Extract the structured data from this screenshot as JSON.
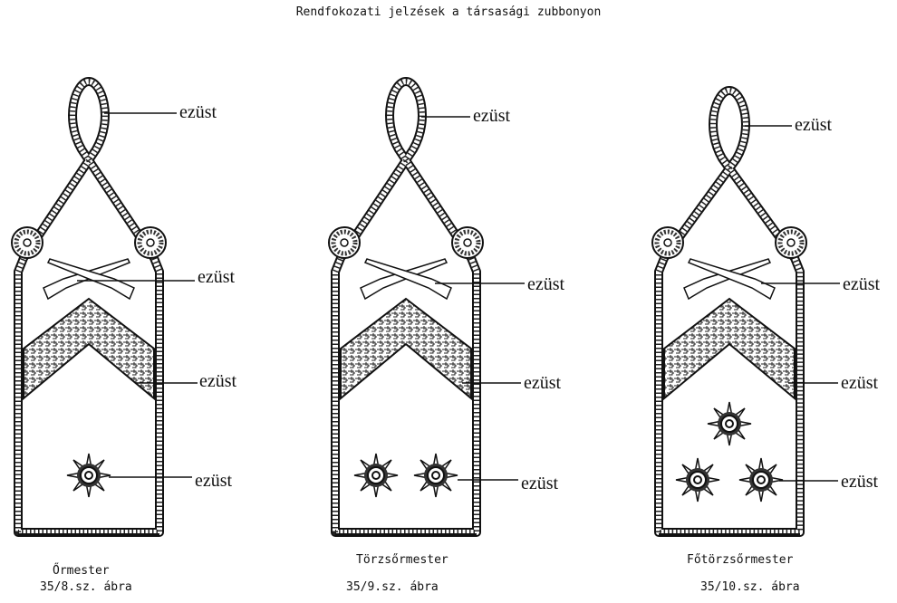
{
  "title": "Rendfokozati jelzések a társasági zubbonyon",
  "epaulettes": [
    {
      "rank": "Őrmester",
      "figure": "35/8.sz. ábra",
      "stars": 1,
      "labels": [
        "ezüst",
        "ezüst",
        "ezüst",
        "ezüst"
      ]
    },
    {
      "rank": "Törzsőrmester",
      "figure": "35/9.sz. ábra",
      "stars": 2,
      "labels": [
        "ezüst",
        "ezüst",
        "ezüst",
        "ezüst"
      ]
    },
    {
      "rank": "Főtörzsőrmester",
      "figure": "35/10.sz. ábra",
      "stars": 3,
      "labels": [
        "ezüst",
        "ezüst",
        "ezüst",
        "ezüst"
      ]
    }
  ]
}
